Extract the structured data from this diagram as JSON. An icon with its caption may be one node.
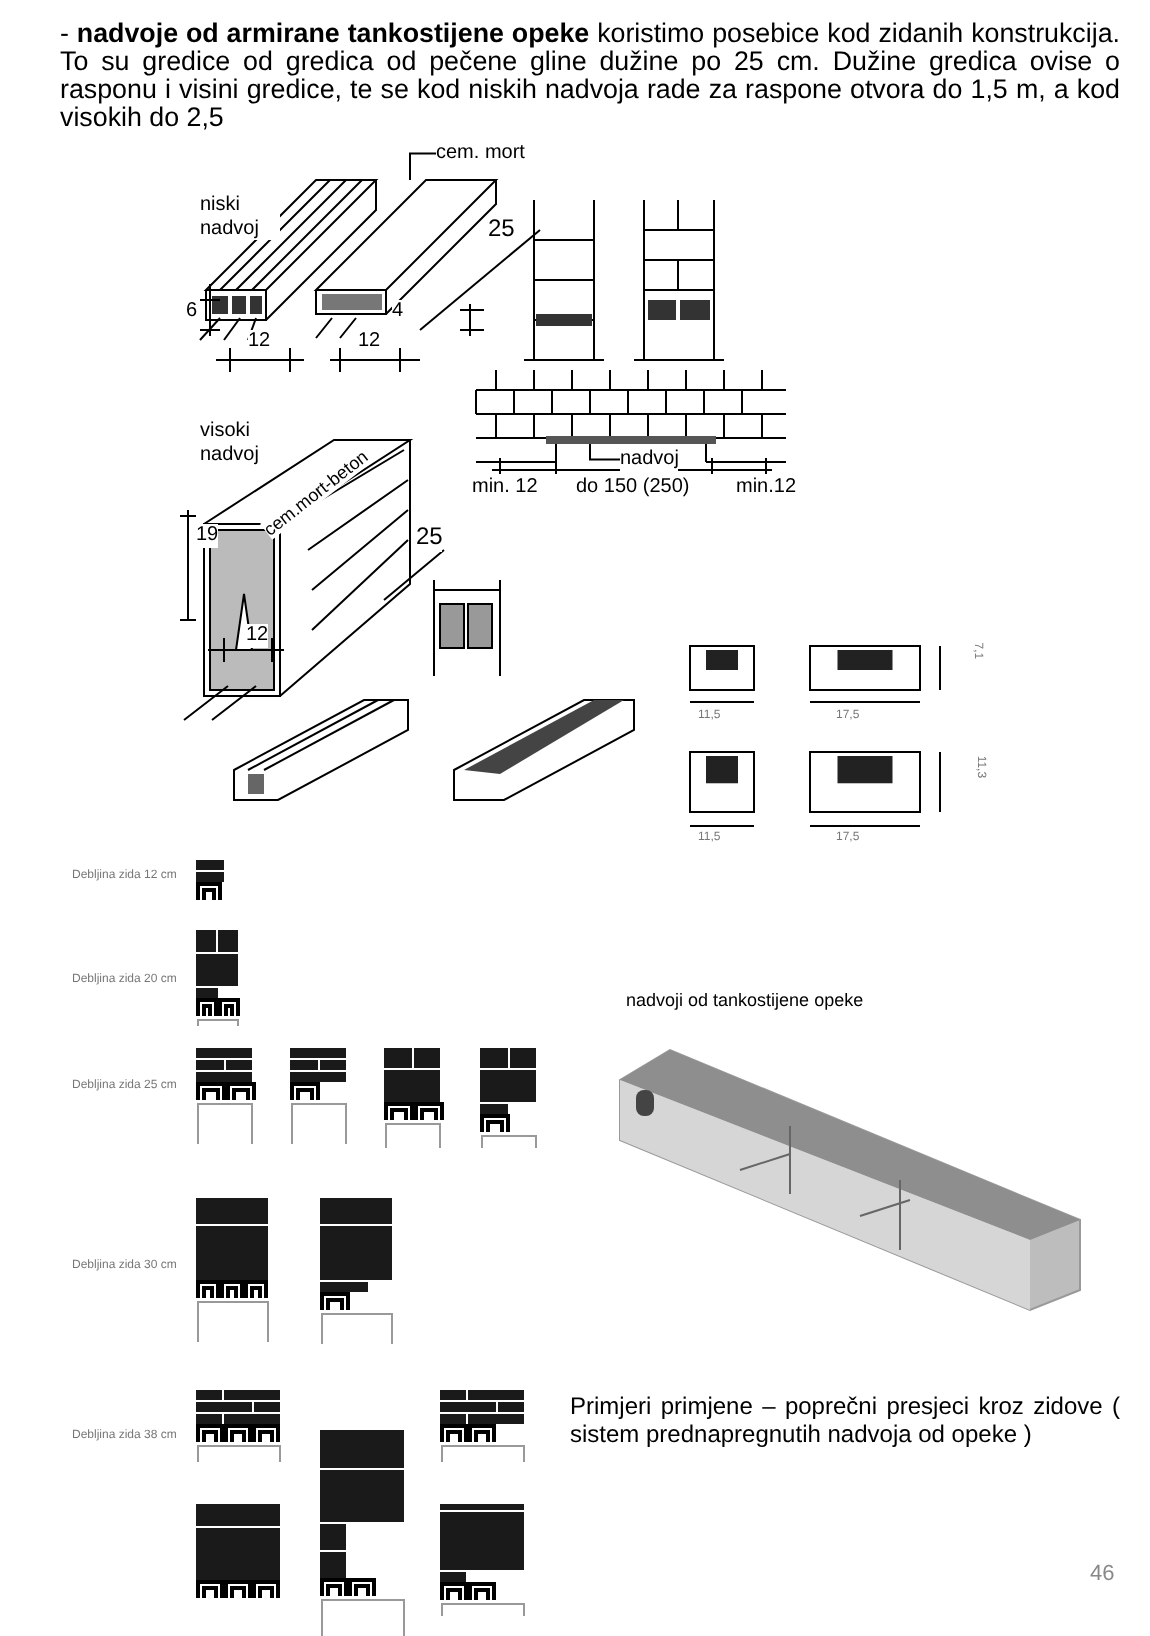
{
  "diagram": {
    "nodes": [
      {
        "text": [
          "cem. mort"
        ]
      },
      {
        "text": [
          "nadvoj"
        ]
      }
    ],
    "edges": [
      {
        "from": 0,
        "to": null,
        "arrow": "none"
      },
      {
        "from": 1,
        "to": null,
        "arrow": "none"
      }
    ],
    "labels": [
      "- **nadvoje od armirane tankostijene opeke** koristimo posebice kod zidanih konstrukcija. To su gredice od gredica od pečene gline dužine po 25 cm. Dužine gredica ovise o rasponu i visini gredice, te se kod niskih nadvoja rade za raspone otvora do 1,5 m, a kod visokih do 2,5",
      "niski nadvoj",
      "6",
      "4",
      "25",
      "12",
      "12",
      "visoki nadvoj",
      "cem.mort-beton",
      "19",
      "25",
      "12",
      "min. 12",
      "do 150 (250)",
      "min.12",
      "7,1",
      "11,5",
      "17,5",
      "11,3",
      "11,5",
      "17,5",
      "Debljina zida 12 cm",
      "Debljina zida 20 cm",
      "Debljina zida 25 cm",
      "nadvoji od tankostijene opeke",
      "Debljina zida 30 cm",
      "Debljina zida 38 cm",
      "Primjeri primjene – poprečni presjeci kroz zidove ( sistem prednapregnutih nadvoja od opeke )",
      "46"
    ]
  }
}
